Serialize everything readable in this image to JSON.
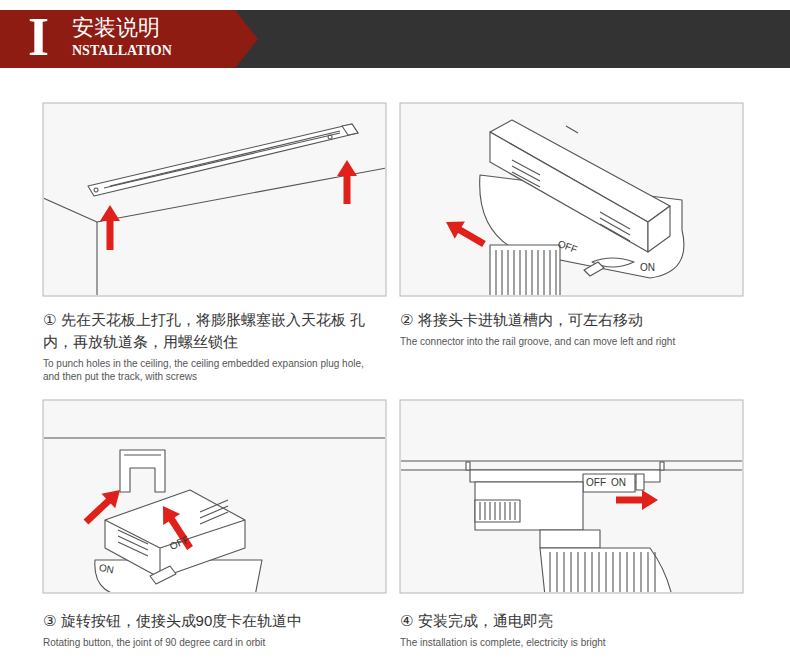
{
  "diagram": {
    "title": "安装说明",
    "nodes": [
      {
        "text": [
          "① 先在天花板上打孔，将膨胀螺塞嵌入天花板 孔内，再放轨道条，用螺丝锁住",
          "To punch holes in the ceiling, the ceiling embedded expansion plug hole, and then put the track, with screws"
        ]
      },
      {
        "text": [
          "② 将接头卡进轨道槽内，可左右移动",
          "The connector into the rail groove, and can move left and right"
        ]
      },
      {
        "text": [
          "③ 旋转按钮，使接头成90度卡在轨道中",
          "Rotating button, the joint of 90 degree card in orbit"
        ]
      },
      {
        "text": [
          "④ 安装完成，通电即亮",
          "The installation is complete, electricity is bright"
        ]
      }
    ],
    "labels": [
      "I",
      "NSTALLATION",
      "OFF",
      "ON",
      "ON",
      "OFF",
      "OFF",
      "ON"
    ]
  }
}
